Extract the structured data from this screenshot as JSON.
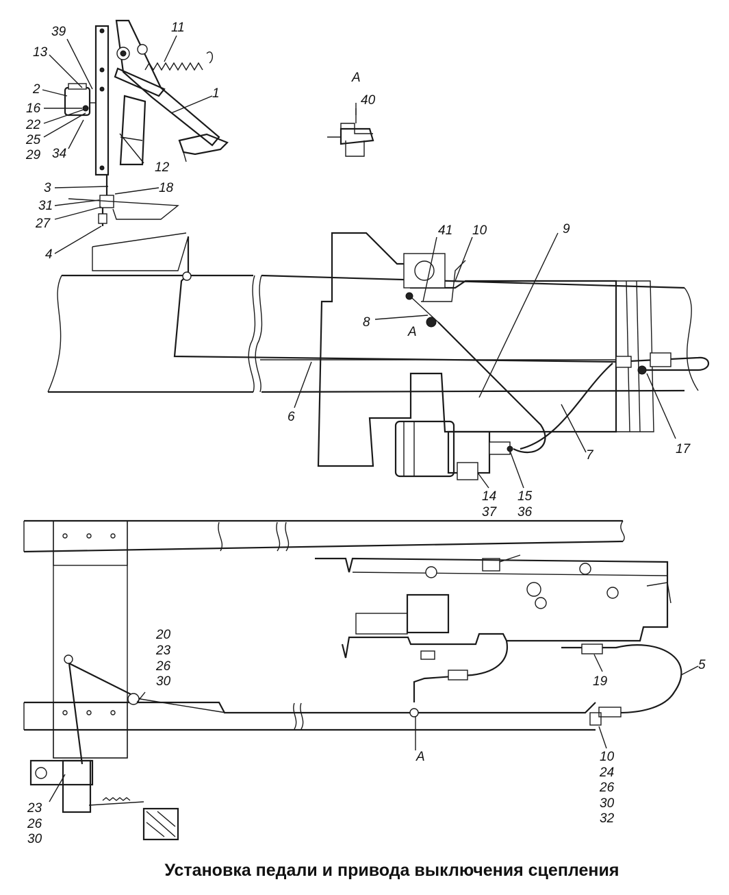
{
  "caption": "Установка педали и привода выключения сцепления",
  "view_label": "А",
  "callouts": {
    "n1": "1",
    "n2": "2",
    "n3": "3",
    "n4": "4",
    "n5": "5",
    "n6": "6",
    "n7": "7",
    "n8": "8",
    "n9": "9",
    "n10": "10",
    "n11": "11",
    "n12": "12",
    "n13": "13",
    "n14": "14",
    "n15": "15",
    "n16": "16",
    "n17": "17",
    "n18": "18",
    "n19": "19",
    "n20": "20",
    "n22": "22",
    "n23": "23",
    "n24": "24",
    "n25": "25",
    "n26": "26",
    "n27": "27",
    "n29": "29",
    "n30": "30",
    "n31": "31",
    "n32": "32",
    "n34": "34",
    "n36": "36",
    "n37": "37",
    "n39": "39",
    "n40": "40",
    "n41": "41"
  },
  "colors": {
    "line": "#1a1a1a",
    "background": "#ffffff"
  }
}
